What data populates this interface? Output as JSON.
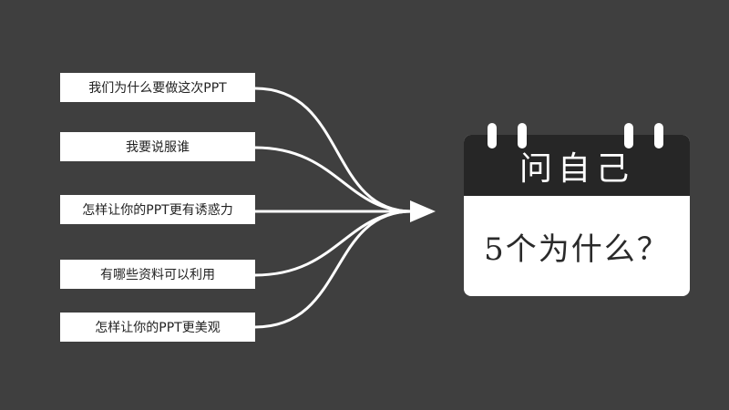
{
  "questions": [
    "我们为什么要做这次PPT",
    "我要说服谁",
    "怎样让你的PPT更有诱惑力",
    "有哪些资料可以利用",
    "怎样让你的PPT更美观"
  ],
  "calendar": {
    "header": "问自己",
    "body": "5个为什么？"
  },
  "colors": {
    "background": "#3f3f3f",
    "box": "#ffffff",
    "calendar_header": "#262626",
    "line": "#ffffff"
  }
}
